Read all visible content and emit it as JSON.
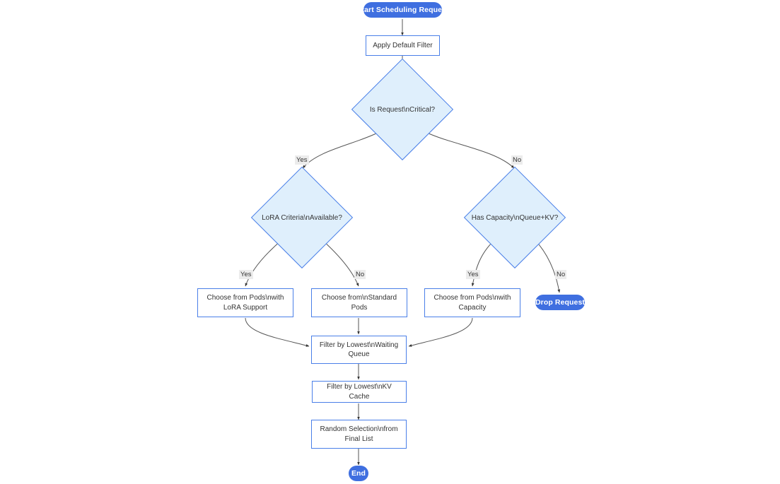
{
  "diagram": {
    "type": "flowchart",
    "title": "Start Scheduling Request",
    "colors": {
      "terminal_fill": "#3f6fe0",
      "terminal_text": "#ffffff",
      "process_fill": "#ffffff",
      "process_border": "#4a7fe8",
      "decision_fill": "#dfeffc",
      "decision_border": "#4a7fe8",
      "edge_stroke": "#555555",
      "edge_label_bg": "#ececec",
      "text": "#333333",
      "background": "#ffffff"
    },
    "nodes": {
      "start": {
        "label": "Start Scheduling Request",
        "shape": "terminal"
      },
      "apply_default_filter": {
        "label": "Apply Default Filter",
        "shape": "process"
      },
      "is_request_critical": {
        "label": "Is Request\\nCritical?",
        "shape": "decision"
      },
      "lora_criteria_available": {
        "label": "LoRA Criteria\\nAvailable?",
        "shape": "decision"
      },
      "has_capacity": {
        "label": "Has Capacity\\nQueue+KV?",
        "shape": "decision"
      },
      "choose_lora_pods": {
        "line1": "Choose from Pods\\nwith",
        "line2": "LoRA Support",
        "shape": "process"
      },
      "choose_standard_pods": {
        "line1": "Choose from\\nStandard",
        "line2": "Pods",
        "shape": "process"
      },
      "choose_capacity_pods": {
        "line1": "Choose from Pods\\nwith",
        "line2": "Capacity",
        "shape": "process"
      },
      "drop_request": {
        "label": "Drop Request",
        "shape": "terminal"
      },
      "filter_waiting_queue": {
        "line1": "Filter by Lowest\\nWaiting",
        "line2": "Queue",
        "shape": "process"
      },
      "filter_kv_cache": {
        "label": "Filter by Lowest\\nKV Cache",
        "shape": "process"
      },
      "random_selection": {
        "line1": "Random Selection\\nfrom",
        "line2": "Final List",
        "shape": "process"
      },
      "end": {
        "label": "End",
        "shape": "terminal"
      }
    },
    "edge_labels": {
      "critical_yes": "Yes",
      "critical_no": "No",
      "lora_yes": "Yes",
      "lora_no": "No",
      "capacity_yes": "Yes",
      "capacity_no": "No"
    }
  }
}
